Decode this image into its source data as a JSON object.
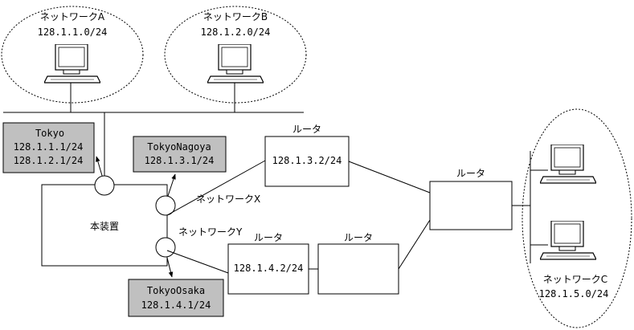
{
  "networks": {
    "a": {
      "name": "ネットワークA",
      "subnet": "128.1.1.0/24"
    },
    "b": {
      "name": "ネットワークB",
      "subnet": "128.1.2.0/24"
    },
    "c": {
      "name": "ネットワークC",
      "subnet": "128.1.5.0/24"
    },
    "x": {
      "name": "ネットワークX"
    },
    "y": {
      "name": "ネットワークY"
    }
  },
  "device": {
    "label": "本装置"
  },
  "interfaces": {
    "tokyo": {
      "name": "Tokyo",
      "addr1": "128.1.1.1/24",
      "addr2": "128.1.2.1/24"
    },
    "nagoya": {
      "name": "TokyoNagoya",
      "addr": "128.1.3.1/24"
    },
    "osaka": {
      "name": "TokyoOsaka",
      "addr": "128.1.4.1/24"
    }
  },
  "routers": {
    "r1": {
      "label": "ルータ",
      "addr": "128.1.3.2/24"
    },
    "r2": {
      "label": "ルータ",
      "addr": "128.1.4.2/24"
    },
    "r3": {
      "label": "ルータ"
    },
    "r4": {
      "label": "ルータ"
    }
  },
  "colors": {
    "line": "#000000",
    "label_box": "#c0c0c0",
    "background": "#ffffff"
  }
}
